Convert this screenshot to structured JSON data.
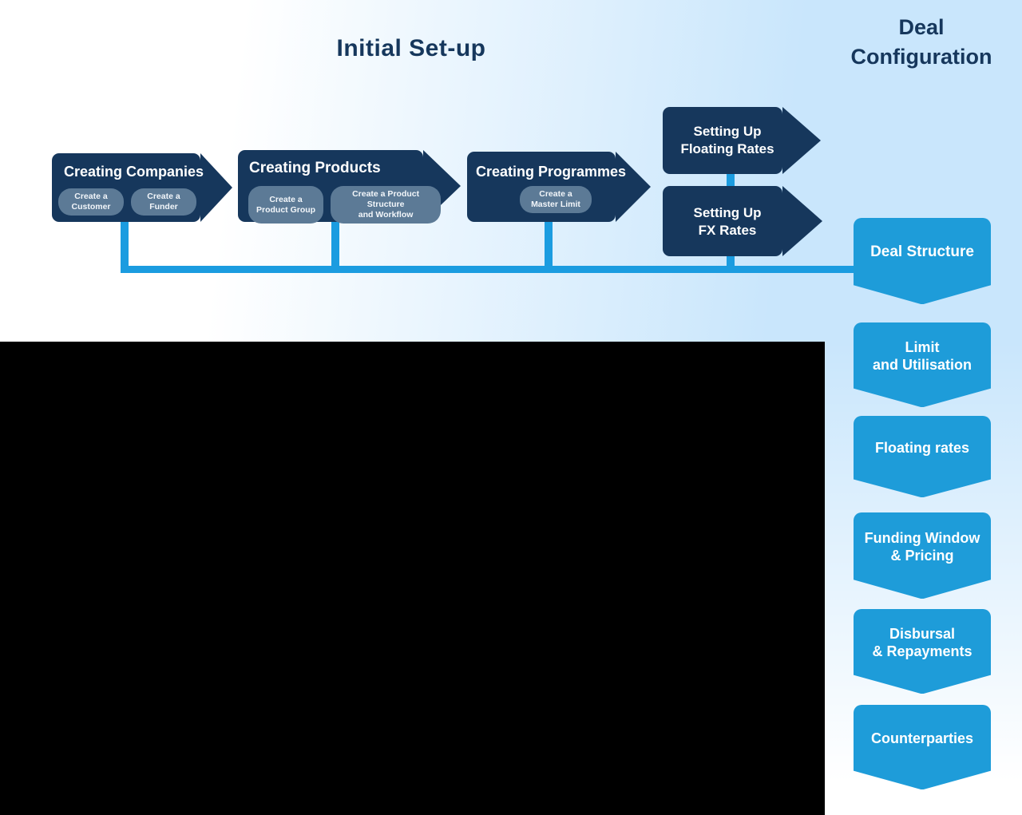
{
  "headings": {
    "initial_setup": "Initial Set-up",
    "deal_configuration": "Deal Configuration"
  },
  "flow_steps": [
    {
      "title": "Creating Companies",
      "buttons": [
        {
          "label": "Create a\nCustomer"
        },
        {
          "label": "Create a\nFunder"
        }
      ]
    },
    {
      "title": "Creating Products",
      "buttons": [
        {
          "label": "Create a\nProduct Group"
        },
        {
          "label": "Create a Product Structure\nand Workflow"
        }
      ]
    },
    {
      "title": "Creating Programmes",
      "buttons": [
        {
          "label": "Create a\nMaster Limit"
        }
      ]
    },
    {
      "title": "Setting Up\nFloating Rates",
      "buttons": []
    },
    {
      "title": "Setting Up\nFX Rates",
      "buttons": []
    }
  ],
  "deal_config_items": [
    {
      "label": "Deal Structure"
    },
    {
      "label": "Limit\nand Utilisation"
    },
    {
      "label": "Floating rates"
    },
    {
      "label": "Funding Window\n& Pricing"
    },
    {
      "label": "Disbursal\n& Repayments"
    },
    {
      "label": "Counterparties"
    }
  ],
  "colors": {
    "navy": "#16375c",
    "accent_blue": "#1e9cd9",
    "connector_blue": "#1b9ce0",
    "pill_slate": "#5c7a96",
    "bg_light_blue": "#c9e6fc"
  }
}
